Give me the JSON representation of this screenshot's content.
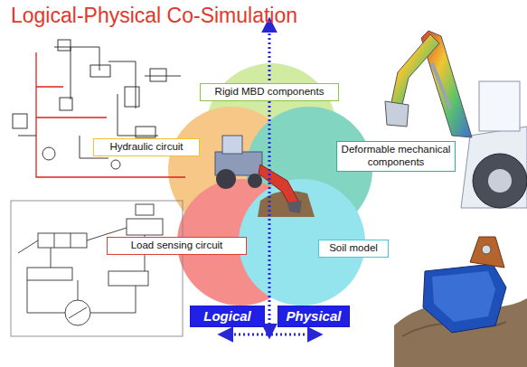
{
  "diagram": {
    "title": "Logical-Physical Co-Simulation",
    "nodes": [
      {
        "text": [
          "Rigid MBD components"
        ]
      },
      {
        "text": [
          "Hydraulic circuit"
        ]
      },
      {
        "text": [
          "Deformable mechanical components"
        ]
      },
      {
        "text": [
          "Load sensing circuit"
        ]
      },
      {
        "text": [
          "Soil model"
        ]
      },
      {
        "text": [
          "Logical"
        ]
      },
      {
        "text": [
          "Physical"
        ]
      }
    ]
  }
}
